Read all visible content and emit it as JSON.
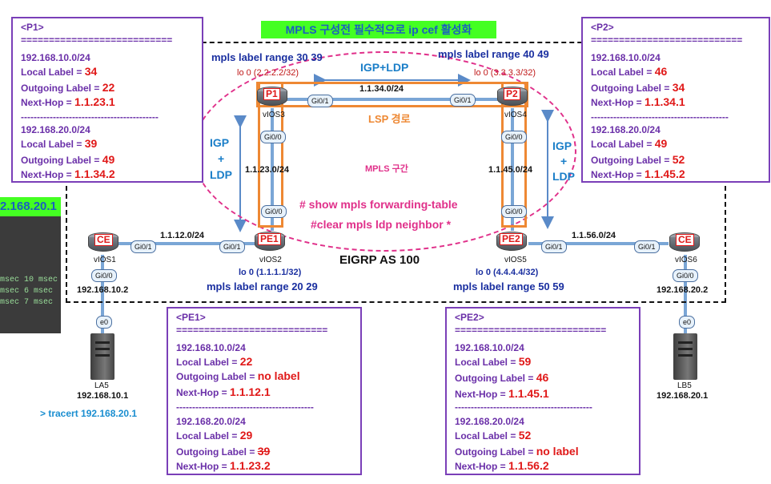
{
  "title": "MPLS 구성전 필수적으로 ip cef 활성화",
  "terminal": {
    "header": "2.168.20.1",
    "lines": [
      "msec 10 msec",
      "msec 6 msec",
      "msec 7 msec"
    ]
  },
  "boxes": {
    "p1": {
      "title": "<P1>",
      "sep": "===========================",
      "dash": "-------------------------------------------",
      "routes": [
        {
          "prefix": "192.168.10.0/24",
          "local_label": "Local Label =",
          "local": "34",
          "out_label": "Outgoing Label =",
          "out": "22",
          "nh_label": "Next-Hop =",
          "nh": "1.1.23.1"
        },
        {
          "prefix": "192.168.20.0/24",
          "local_label": "Local Label =",
          "local": "39",
          "out_label": "Outgoing Label =",
          "out": "49",
          "nh_label": "Next-Hop =",
          "nh": "1.1.34.2"
        }
      ]
    },
    "p2": {
      "title": "<P2>",
      "sep": "===========================",
      "dash": "-------------------------------------------",
      "routes": [
        {
          "prefix": "192.168.10.0/24",
          "local_label": "Local Label =",
          "local": "46",
          "out_label": "Outgoing Label =",
          "out": "34",
          "nh_label": "Next-Hop =",
          "nh": "1.1.34.1"
        },
        {
          "prefix": "192.168.20.0/24",
          "local_label": "Local Label =",
          "local": "49",
          "out_label": "Outgoing Label =",
          "out": "52",
          "nh_label": "Next-Hop =",
          "nh": "1.1.45.2"
        }
      ]
    },
    "pe1": {
      "title": "<PE1>",
      "sep": "===========================",
      "dash": "-------------------------------------------",
      "routes": [
        {
          "prefix": "192.168.10.0/24",
          "local_label": "Local Label =",
          "local": "22",
          "out_label": "Outgoing Label =",
          "out": "no label",
          "nh_label": "Next-Hop =",
          "nh": "1.1.12.1"
        },
        {
          "prefix": "192.168.20.0/24",
          "local_label": "Local Label =",
          "local": "29",
          "out_label": "Outgoing Label =",
          "out": "39",
          "nh_label": "Next-Hop =",
          "nh": "1.1.23.2"
        }
      ]
    },
    "pe2": {
      "title": "<PE2>",
      "sep": "===========================",
      "dash": "-------------------------------------------",
      "routes": [
        {
          "prefix": "192.168.10.0/24",
          "local_label": "Local Label =",
          "local": "59",
          "out_label": "Outgoing Label =",
          "out": "46",
          "nh_label": "Next-Hop =",
          "nh": "1.1.45.1"
        },
        {
          "prefix": "192.168.20.0/24",
          "local_label": "Local Label =",
          "local": "52",
          "out_label": "Outgoing Label =",
          "out": "no label",
          "nh_label": "Next-Hop =",
          "nh": "1.1.56.2"
        }
      ]
    }
  },
  "labels": {
    "p1_range": "mpls  label  range  30  39",
    "p2_range": "mpls  label  range  40  49",
    "pe1_range": "mpls  label  range  20  29",
    "pe2_range": "mpls  label  range  50  59",
    "p1_lo": "lo 0 (2.2.2.2/32)",
    "p2_lo": "lo 0 (3.3.3.3/32)",
    "pe1_lo": "lo 0 (1.1.1.1/32)",
    "pe2_lo": "lo 0 (4.4.4.4/32)",
    "igp_ldp_top": "IGP+LDP",
    "igp_left": [
      "IGP",
      "+",
      "LDP"
    ],
    "igp_right": [
      "IGP",
      "+",
      "LDP"
    ],
    "net_p1_p2": "1.1.34.0/24",
    "net_p1_pe1": "1.1.23.0/24",
    "net_p2_pe2": "1.1.45.0/24",
    "net_ce1_pe1": "1.1.12.0/24",
    "net_pe2_ce2": "1.1.56.0/24",
    "lsp": "LSP 경로",
    "mpls_zone": "MPLS 구간",
    "cmd1": "# show mpls forwarding-table",
    "cmd2": "#clear mpls ldp neighbor *",
    "eigrp": "EIGRP AS 100",
    "ce1_ip": "192.168.10.2",
    "ce2_ip": "192.168.20.2",
    "la5_ip": "192.168.10.1",
    "lb5_ip": "192.168.20.1",
    "tracert": "> tracert 192.168.20.1"
  },
  "nodes": {
    "p1": {
      "tag": "P1",
      "name": "vIOS3"
    },
    "p2": {
      "tag": "P2",
      "name": "vIOS4"
    },
    "pe1": {
      "tag": "PE1",
      "name": "vIOS2"
    },
    "pe2": {
      "tag": "PE2",
      "name": "vIOS5"
    },
    "ce1": {
      "tag": "CE",
      "name": "vIOS1"
    },
    "ce2": {
      "tag": "CE",
      "name": "vIOS6"
    },
    "la5": {
      "name": "LA5"
    },
    "lb5": {
      "name": "LB5"
    }
  },
  "ifaces": {
    "gi01": "Gi0/1",
    "gi00": "Gi0/0",
    "e0": "e0"
  },
  "colors": {
    "title_bg": "#44ff22",
    "box_border": "#7a3fb8",
    "value_red": "#e01818",
    "lsp_orange": "#ee8833",
    "mpls_pink": "#e0308a",
    "link_blue": "#1a2fa0"
  }
}
